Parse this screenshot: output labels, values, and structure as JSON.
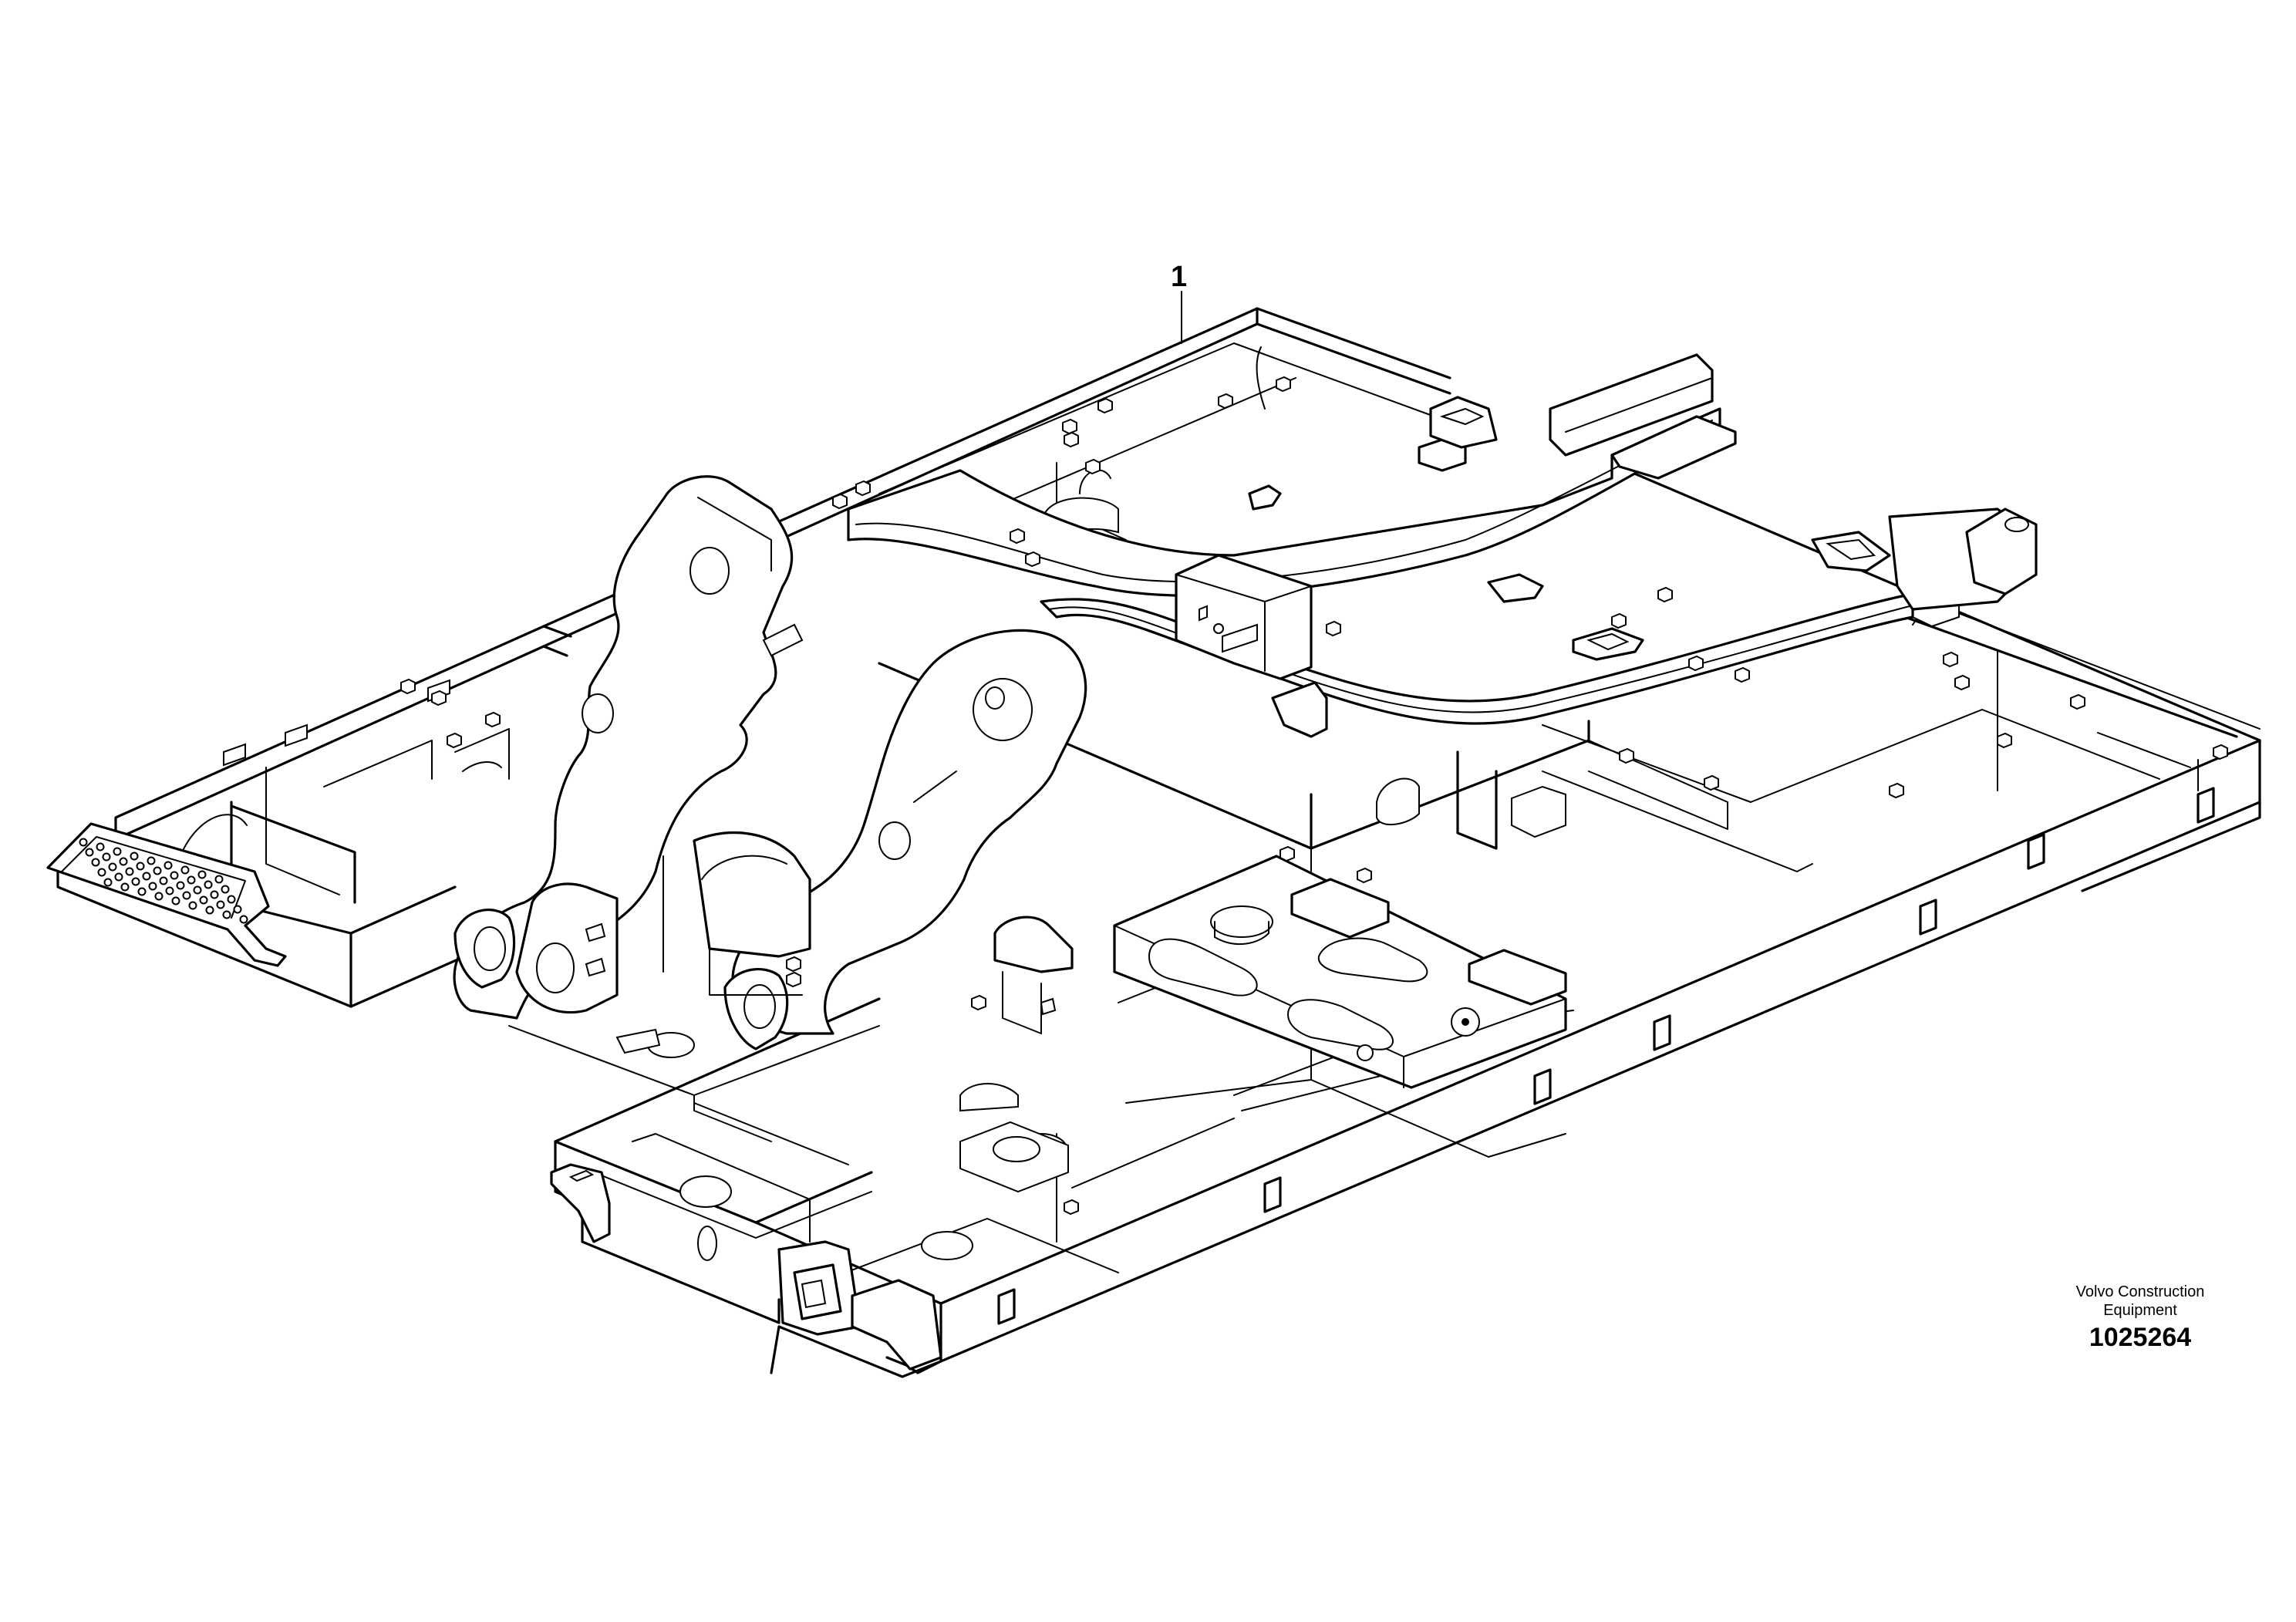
{
  "drawing": {
    "callout": "1",
    "manufacturer_line1": "Volvo Construction",
    "manufacturer_line2": "Equipment",
    "illustration_number": "1025264"
  }
}
